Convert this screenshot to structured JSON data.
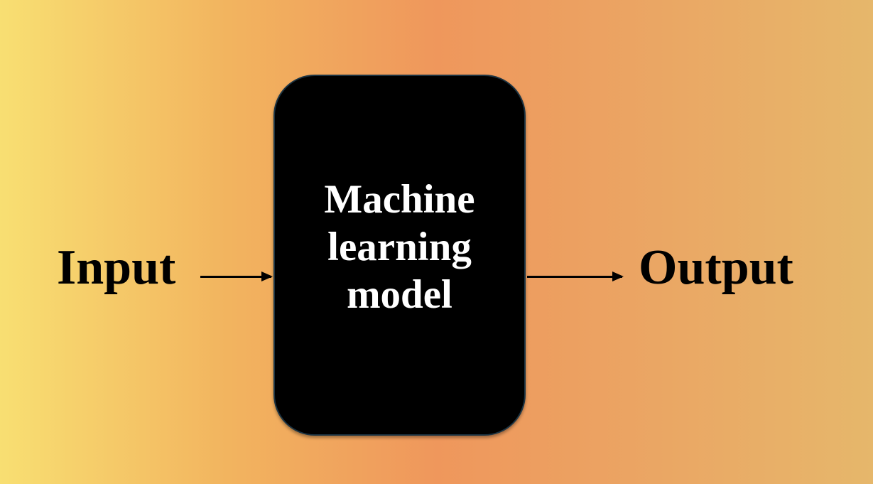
{
  "input_label": "Input",
  "output_label": "Output",
  "model": {
    "lines": [
      "Machine",
      "learning",
      "model"
    ]
  },
  "colors": {
    "background_left": "#f8df72",
    "background_middle": "#ef975c",
    "background_right": "#e6b76b",
    "box_fill": "#000000",
    "box_text": "#ffffff",
    "arrow": "#000000"
  }
}
